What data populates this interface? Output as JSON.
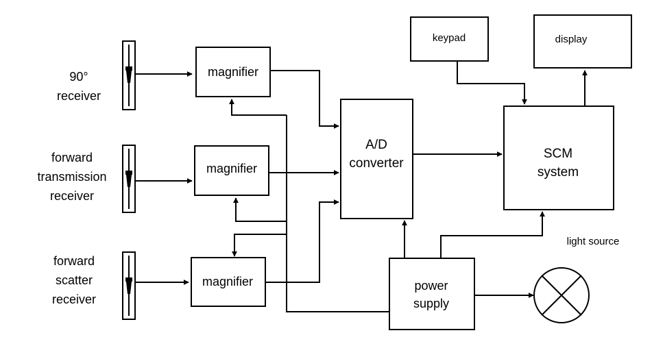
{
  "receivers": {
    "r90": {
      "line1": "90°",
      "line2": "receiver"
    },
    "forward_transmission": {
      "line1": "forward",
      "line2": "transmission",
      "line3": "receiver"
    },
    "forward_scatter": {
      "line1": "forward",
      "line2": "scatter",
      "line3": "receiver"
    }
  },
  "blocks": {
    "magnifier_1": "magnifier",
    "magnifier_2": "magnifier",
    "magnifier_3": "magnifier",
    "ad_line1": "A/D",
    "ad_line2": "converter",
    "scm_line1": "SCM",
    "scm_line2": "system",
    "keypad": "keypad",
    "display": "display",
    "power_line1": "power",
    "power_line2": "supply",
    "light_source": "light source"
  }
}
